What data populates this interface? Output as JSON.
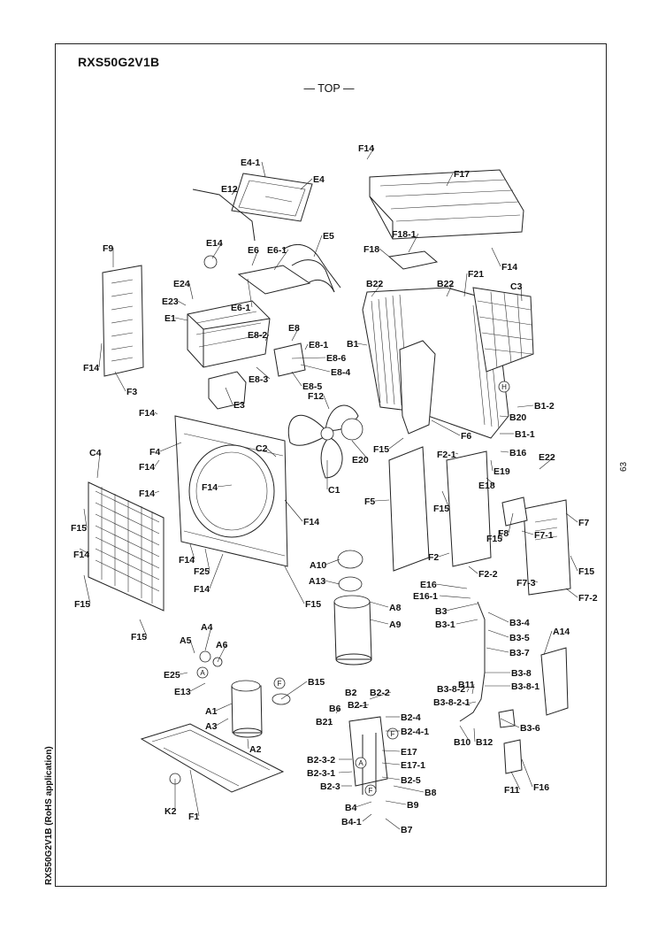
{
  "header": {
    "model": "RXS50G2V1B",
    "view_label": "— TOP —"
  },
  "footer": {
    "side_note": "RXS50G2V1B (RoHS application)",
    "page_number": "63"
  },
  "callout_labels": [
    "F14",
    "F17",
    "E4-1",
    "E4",
    "E12",
    "E5",
    "F18",
    "F18-1",
    "F14",
    "F9",
    "E14",
    "E6",
    "E6-1",
    "E24",
    "E23",
    "E6-1",
    "E1",
    "E8",
    "E8-2",
    "E8-1",
    "E8-6",
    "E8-4",
    "E8-5",
    "E8-3",
    "E3",
    "F14",
    "F3",
    "B22",
    "B22",
    "F21",
    "C3",
    "B1",
    "B1-2",
    "B20",
    "B1-1",
    "B16",
    "F12",
    "F6",
    "F15",
    "E20",
    "C1",
    "F14",
    "F4",
    "C2",
    "F14",
    "C4",
    "F14",
    "F14",
    "F15",
    "F14",
    "F14",
    "F25",
    "F14",
    "F14",
    "F15",
    "F15",
    "F15",
    "F2-1",
    "E19",
    "E18",
    "E22",
    "F5",
    "F15",
    "F8",
    "F15",
    "F7",
    "F7-1",
    "F2",
    "F2-2",
    "F15",
    "F7-3",
    "F7-2",
    "A10",
    "A13",
    "A8",
    "A9",
    "E16",
    "E16-1",
    "B3",
    "B3-1",
    "B3-4",
    "B3-5",
    "B3-7",
    "A14",
    "A5",
    "A4",
    "A6",
    "E25",
    "E13",
    "B15",
    "A1",
    "A3",
    "A2",
    "B2",
    "B2-2",
    "B6",
    "B2-1",
    "B21",
    "B2-4",
    "B2-4-1",
    "B3-8",
    "B3-8-1",
    "B3-8-2",
    "B3-8-2-1",
    "B11",
    "B10",
    "B12",
    "B3-6",
    "E17",
    "E17-1",
    "B2-3-2",
    "B2-3-1",
    "B2-3",
    "B2-5",
    "B8",
    "B4",
    "B4-1",
    "B9",
    "B7",
    "F11",
    "F16",
    "K2",
    "F1"
  ],
  "connector_marks": [
    "A",
    "F",
    "H",
    "F",
    "A",
    "F"
  ]
}
